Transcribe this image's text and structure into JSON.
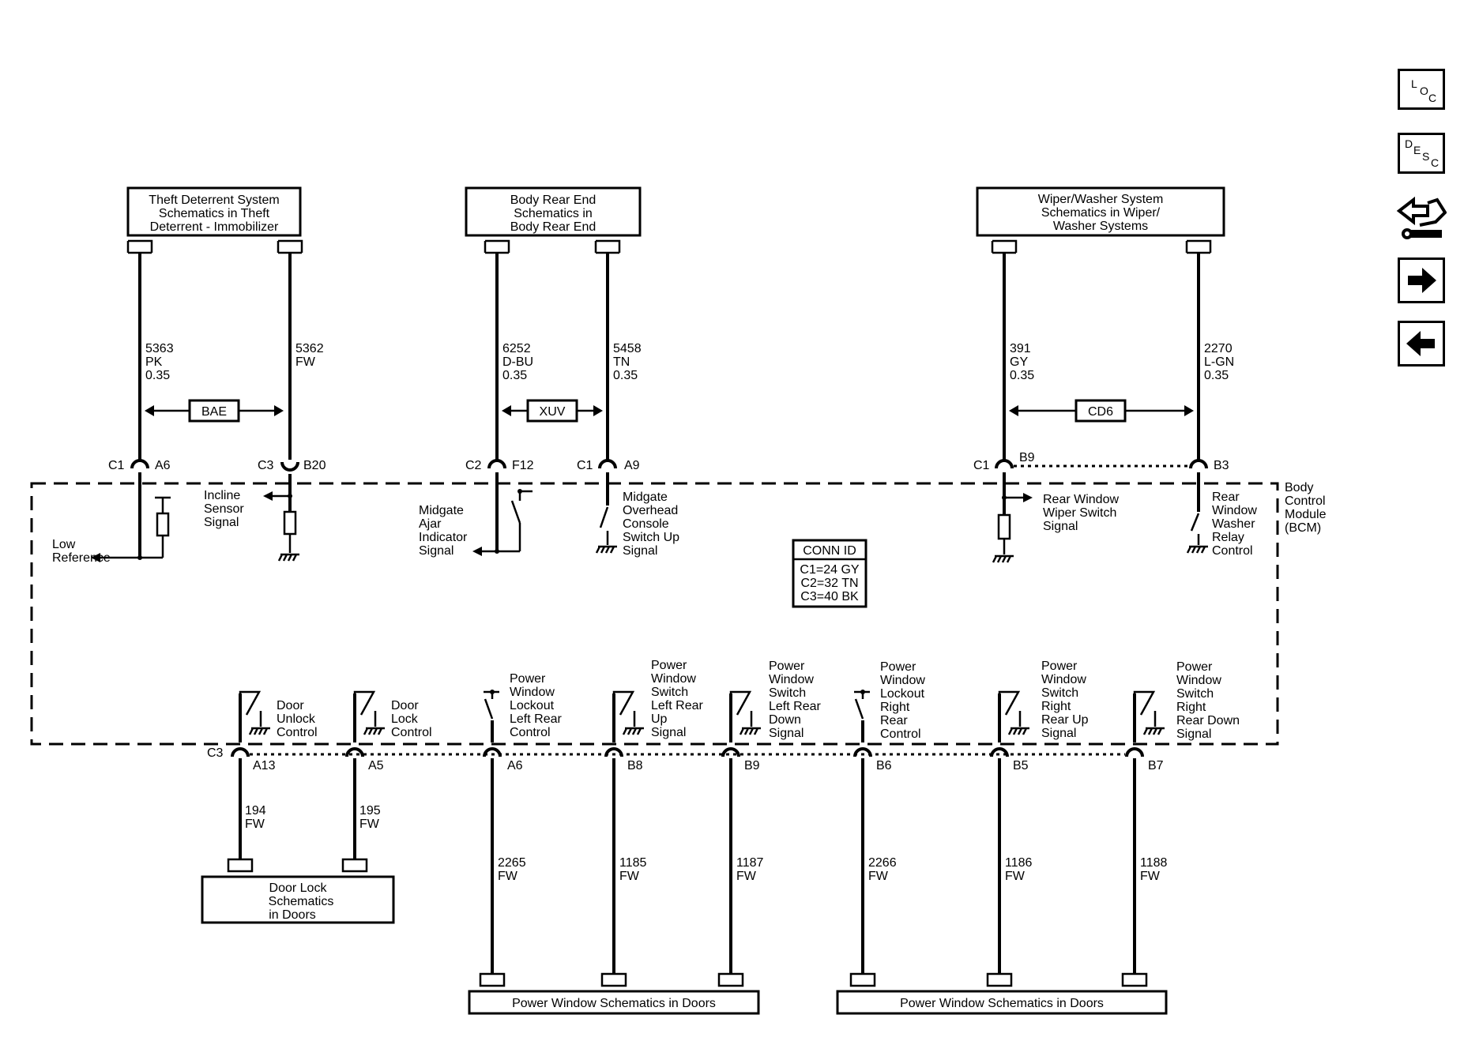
{
  "sources": [
    {
      "lines": [
        "Theft Deterrent System",
        "Schematics in Theft",
        "Deterrent - Immobilizer"
      ]
    },
    {
      "lines": [
        "Body Rear End",
        "Schematics in",
        "Body Rear End"
      ]
    },
    {
      "lines": [
        "Wiper/Washer System",
        "Schematics in Wiper/",
        "Washer Systems"
      ]
    }
  ],
  "top_circuits": [
    {
      "lines": [
        "5363",
        "PK",
        "0.35"
      ]
    },
    {
      "lines": [
        "5362",
        "FW"
      ]
    },
    {
      "lines": [
        "6252",
        "D-BU",
        "0.35"
      ]
    },
    {
      "lines": [
        "5458",
        "TN",
        "0.35"
      ]
    },
    {
      "lines": [
        "391",
        "GY",
        "0.35"
      ]
    },
    {
      "lines": [
        "2270",
        "L-GN",
        "0.35"
      ]
    }
  ],
  "options": [
    "BAE",
    "XUV",
    "CD6"
  ],
  "top_connectors": [
    {
      "conn": "C1",
      "pin": "A6"
    },
    {
      "conn": "C3",
      "pin": "B20"
    },
    {
      "conn": "C2",
      "pin": "F12"
    },
    {
      "conn": "C1",
      "pin": "A9"
    },
    {
      "conn": "C1",
      "pin": "B9"
    },
    {
      "conn": "",
      "pin": "B3"
    }
  ],
  "module": {
    "lines": [
      "Body",
      "Control",
      "Module",
      "(BCM)"
    ]
  },
  "conn_id": {
    "title": "CONN ID",
    "rows": [
      "C1=24 GY",
      "C2=32 TN",
      "C3=40 BK"
    ]
  },
  "top_labels": [
    {
      "lines": [
        "Low",
        "Reference"
      ]
    },
    {
      "lines": [
        "Incline",
        "Sensor",
        "Signal"
      ]
    },
    {
      "lines": [
        "Midgate",
        "Ajar",
        "Indicator",
        "Signal"
      ]
    },
    {
      "lines": [
        "Midgate",
        "Overhead",
        "Console",
        "Switch Up",
        "Signal"
      ]
    },
    {
      "lines": [
        "Rear Window",
        "Wiper Switch",
        "Signal"
      ]
    },
    {
      "lines": [
        "Rear",
        "Window",
        "Washer",
        "Relay",
        "Control"
      ]
    }
  ],
  "bottom_labels": [
    {
      "lines": [
        "Door",
        "Unlock",
        "Control"
      ]
    },
    {
      "lines": [
        "Door",
        "Lock",
        "Control"
      ]
    },
    {
      "lines": [
        "Power",
        "Window",
        "Lockout",
        "Left Rear",
        "Control"
      ]
    },
    {
      "lines": [
        "Power",
        "Window",
        "Switch",
        "Left Rear",
        "Up",
        "Signal"
      ]
    },
    {
      "lines": [
        "Power",
        "Window",
        "Switch",
        "Left Rear",
        "Down",
        "Signal"
      ]
    },
    {
      "lines": [
        "Power",
        "Window",
        "Lockout",
        "Right",
        "Rear",
        "Control"
      ]
    },
    {
      "lines": [
        "Power",
        "Window",
        "Switch",
        "Right",
        "Rear Up",
        "Signal"
      ]
    },
    {
      "lines": [
        "Power",
        "Window",
        "Switch",
        "Right",
        "Rear Down",
        "Signal"
      ]
    }
  ],
  "bottom_connectors": [
    {
      "conn": "C3",
      "pin": "A13"
    },
    {
      "conn": "",
      "pin": "A5"
    },
    {
      "conn": "",
      "pin": "A6"
    },
    {
      "conn": "",
      "pin": "B8"
    },
    {
      "conn": "",
      "pin": "B9"
    },
    {
      "conn": "",
      "pin": "B6"
    },
    {
      "conn": "",
      "pin": "B5"
    },
    {
      "conn": "",
      "pin": "B7"
    }
  ],
  "bottom_circuits": [
    {
      "lines": [
        "194",
        "FW"
      ]
    },
    {
      "lines": [
        "195",
        "FW"
      ]
    },
    {
      "lines": [
        "2265",
        "FW"
      ]
    },
    {
      "lines": [
        "1185",
        "FW"
      ]
    },
    {
      "lines": [
        "1187",
        "FW"
      ]
    },
    {
      "lines": [
        "2266",
        "FW"
      ]
    },
    {
      "lines": [
        "1186",
        "FW"
      ]
    },
    {
      "lines": [
        "1188",
        "FW"
      ]
    }
  ],
  "destinations": [
    {
      "lines": [
        "Door Lock",
        "Schematics",
        "in Doors"
      ]
    },
    {
      "lines": [
        "Power Window Schematics in Doors"
      ]
    },
    {
      "lines": [
        "Power Window Schematics in Doors"
      ]
    }
  ],
  "nav": {
    "loc": [
      "L",
      "O",
      "C"
    ],
    "desc": [
      "D",
      "E",
      "S",
      "C"
    ],
    "icons": [
      "connector-tool-icon",
      "next-arrow-icon",
      "previous-arrow-icon"
    ]
  }
}
